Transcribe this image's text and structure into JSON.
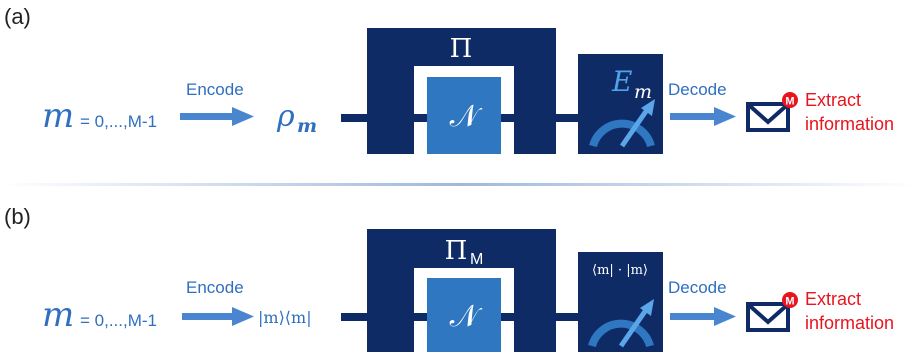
{
  "colors": {
    "navy": "#0e2b66",
    "mid_blue": "#2f77c0",
    "light_blue": "#5b8fd6",
    "text_blue": "#2f6fbf",
    "red": "#e8141e",
    "divider": "#9fb8dc"
  },
  "panels": [
    {
      "label": "(a)",
      "input_symbol": "m",
      "input_range": "= 0,...,M-1",
      "encode_label": "Encode",
      "state": "ρ",
      "state_sub": "m",
      "outer_box": "Π",
      "outer_box_sub": "",
      "inner_box": "𝒩",
      "measure": "E",
      "measure_sub": "m",
      "decode_label": "Decode",
      "envelope_badge": "M",
      "output_line1": "Extract",
      "output_line2": "information"
    },
    {
      "label": "(b)",
      "input_symbol": "m",
      "input_range": "= 0,...,M-1",
      "encode_label": "Encode",
      "state": "|m⟩⟨m|",
      "state_sub": "",
      "outer_box": "Π",
      "outer_box_sub": "M",
      "inner_box": "𝒩",
      "measure": "⟨m| · |m⟩",
      "measure_sub": "",
      "decode_label": "Decode",
      "envelope_badge": "M",
      "output_line1": "Extract",
      "output_line2": "information"
    }
  ],
  "icons": [
    "meter-icon",
    "envelope-icon",
    "arrow-icon"
  ]
}
